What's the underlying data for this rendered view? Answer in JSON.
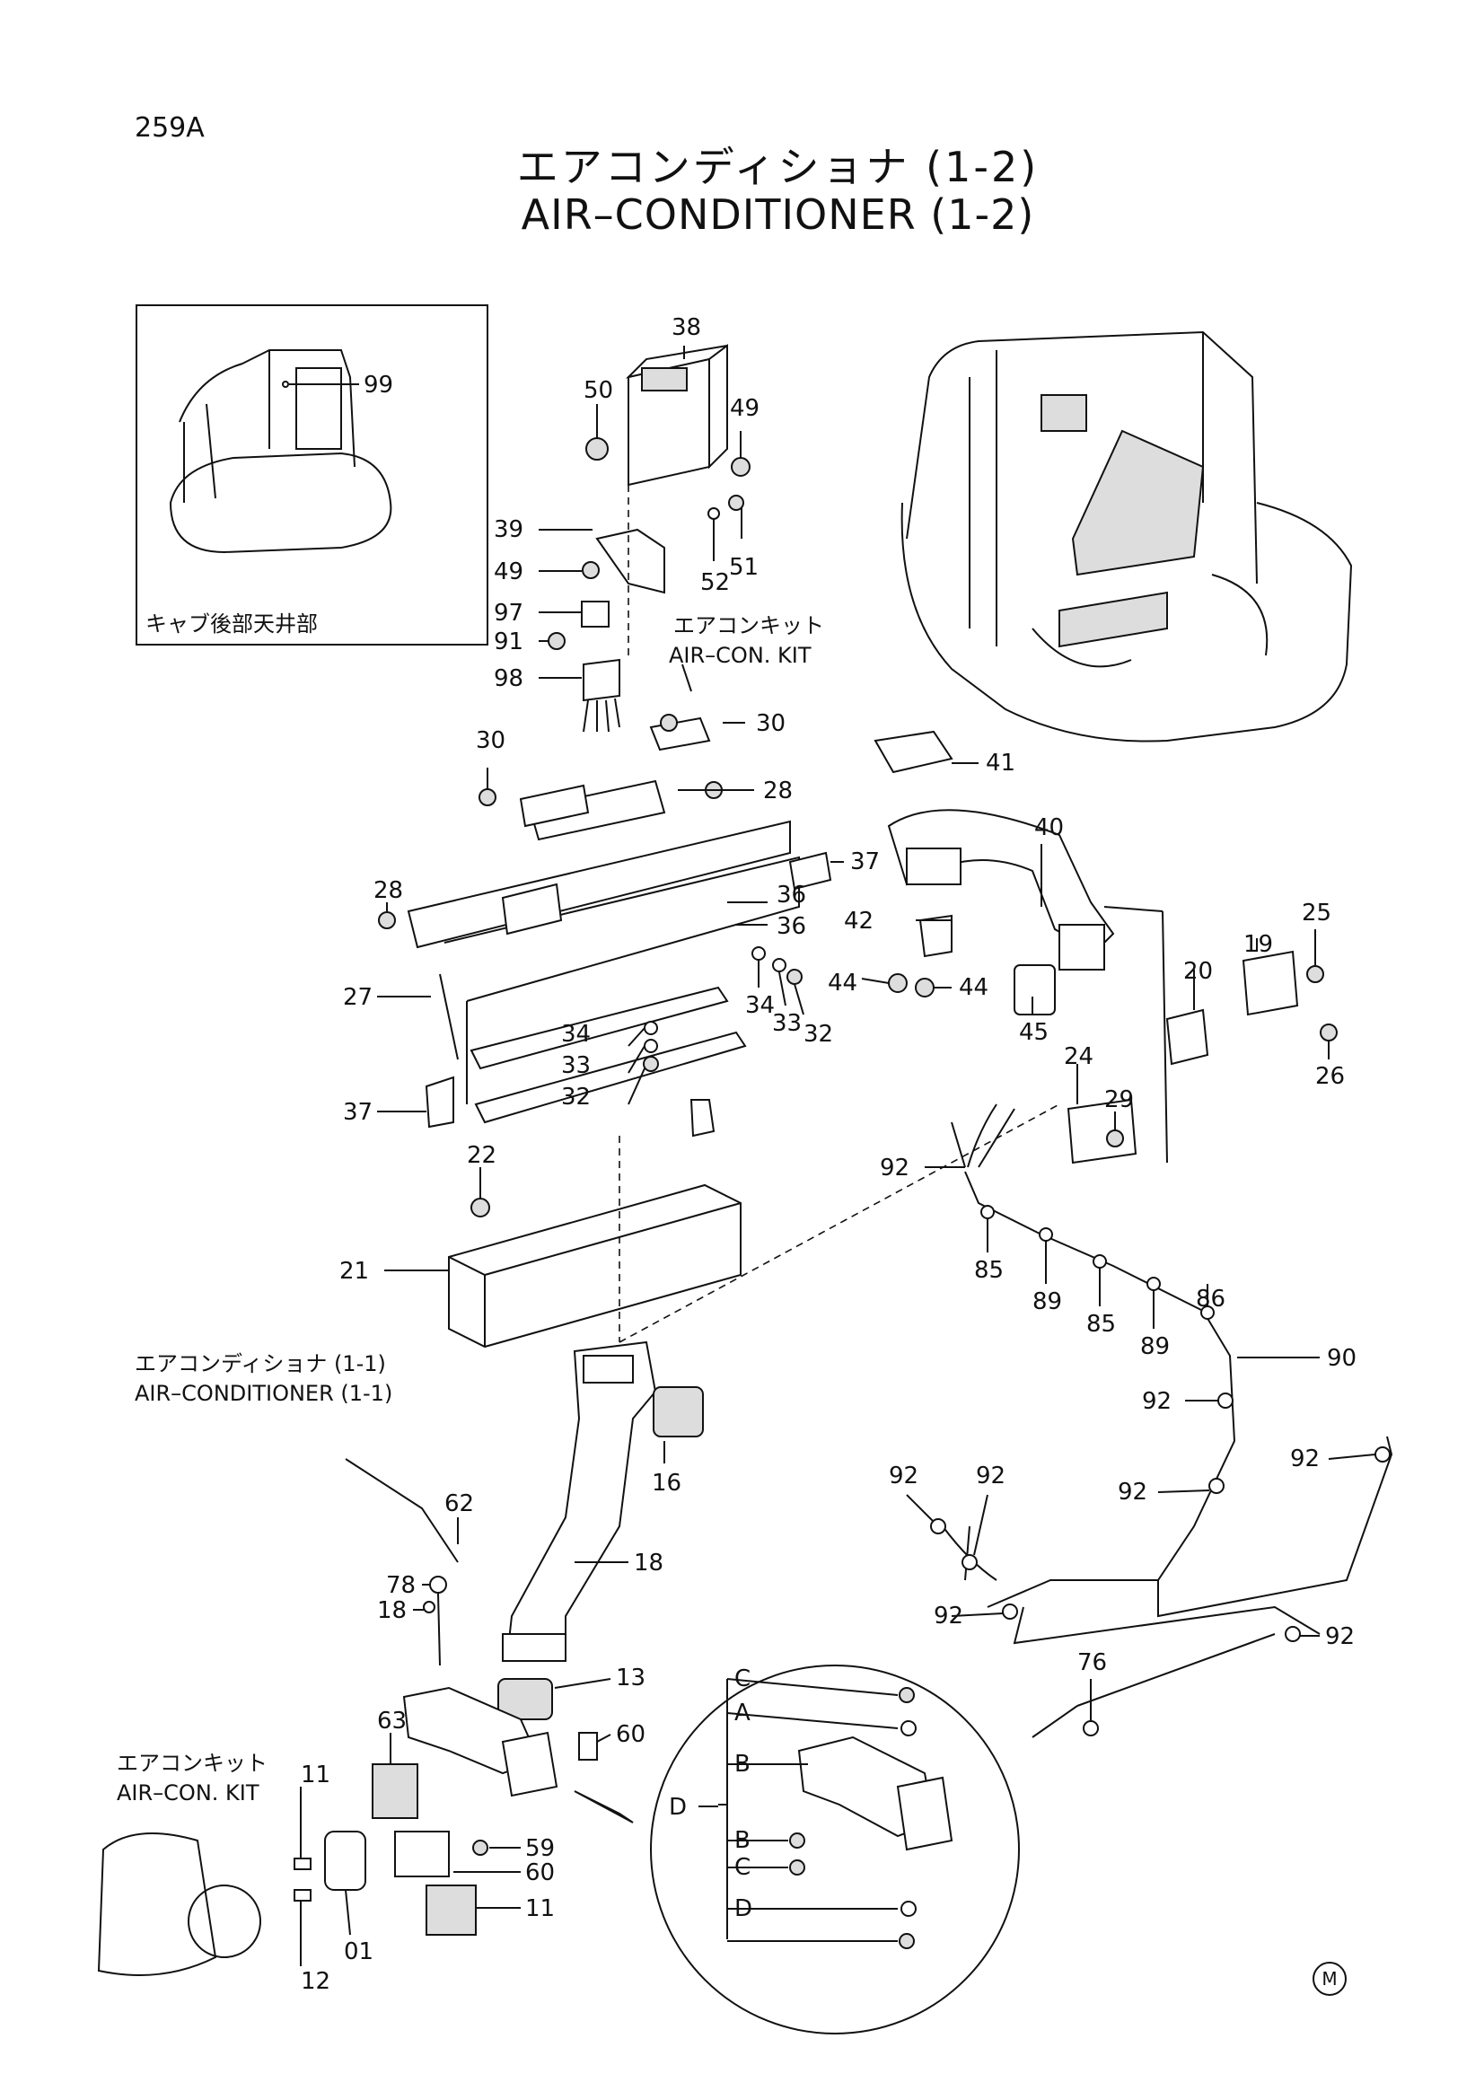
{
  "header": {
    "page_code": "259A",
    "title_jp": "エアコンディショナ (1-2)",
    "title_en": "AIR–CONDITIONER (1-2)"
  },
  "inset": {
    "caption": "キャブ後部天井部",
    "callout": "99"
  },
  "notes": {
    "kit_jp": "エアコンキット",
    "kit_en": "AIR–CON. KIT",
    "ref_jp": "エアコンディショナ (1-1)",
    "ref_en": "AIR–CONDITIONER (1-1)"
  },
  "callouts": [
    "38",
    "50",
    "49",
    "39",
    "51",
    "52",
    "49",
    "97",
    "91",
    "98",
    "30",
    "30",
    "28",
    "41",
    "40",
    "37",
    "36",
    "36",
    "28",
    "42",
    "27",
    "34",
    "33",
    "32",
    "44",
    "44",
    "37",
    "34",
    "33",
    "32",
    "45",
    "25",
    "19",
    "20",
    "26",
    "24",
    "29",
    "22",
    "21",
    "92",
    "85",
    "89",
    "85",
    "89",
    "86",
    "90",
    "92",
    "92",
    "92",
    "92",
    "92",
    "92",
    "92",
    "76",
    "62",
    "78",
    "18",
    "16",
    "18",
    "13",
    "60",
    "63",
    "59",
    "60",
    "11",
    "11",
    "12",
    "01",
    "D",
    "C",
    "A",
    "B",
    "B",
    "C",
    "D"
  ],
  "footer_mark": "M"
}
